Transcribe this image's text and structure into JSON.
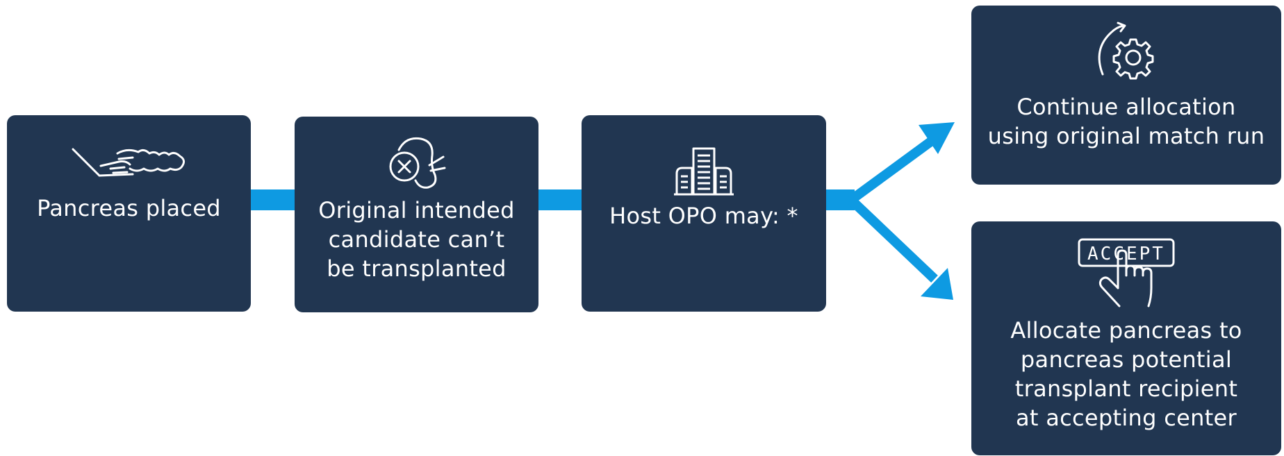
{
  "colors": {
    "box": "#213651",
    "connector": "#0e9ae2",
    "text": "#ffffff"
  },
  "steps": [
    {
      "label": "Pancreas placed",
      "icon": "hand-pancreas-icon"
    },
    {
      "label": "Original intended\ncandidate can’t\nbe transplanted",
      "icon": "patient-cannot-transplant-icon"
    },
    {
      "label": "Host OPO may: *",
      "icon": "building-icon"
    }
  ],
  "outcomes": [
    {
      "label": "Continue allocation\nusing original match run",
      "icon": "refresh-gear-icon"
    },
    {
      "label": "Allocate pancreas to\npancreas potential\ntransplant recipient\nat accepting center",
      "icon": "hand-accept-icon",
      "icon_text": "ACCEPT"
    }
  ]
}
